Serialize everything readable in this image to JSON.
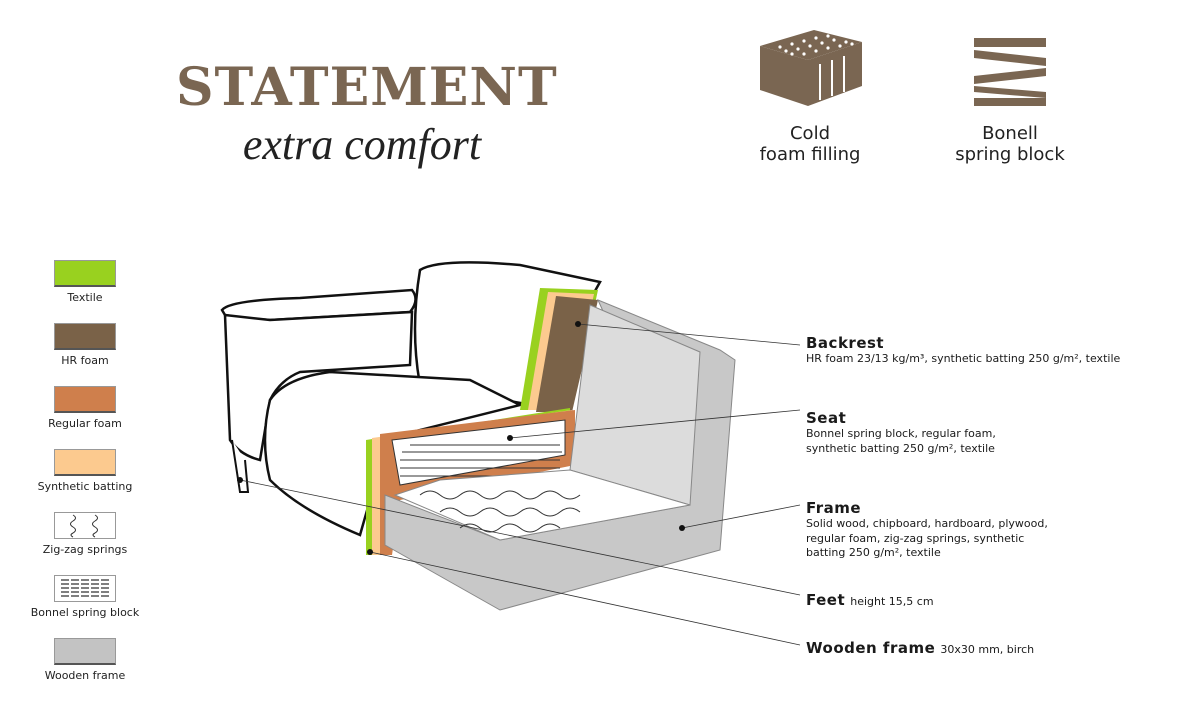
{
  "header": {
    "title": "STATEMENT",
    "subtitle": "extra comfort"
  },
  "features": [
    {
      "icon": "cold-foam-icon",
      "label_line1": "Cold",
      "label_line2": "foam filling"
    },
    {
      "icon": "bonell-spring-icon",
      "label_line1": "Bonell",
      "label_line2": "spring block"
    }
  ],
  "legend": [
    {
      "label": "Textile",
      "color": "#99d11f"
    },
    {
      "label": "HR foam",
      "color": "#7a6248"
    },
    {
      "label": "Regular foam",
      "color": "#cf7f4c"
    },
    {
      "label": "Synthetic batting",
      "color": "#fcca8f"
    },
    {
      "label": "Zig-zag springs",
      "color": "#ffffff"
    },
    {
      "label": "Bonnel spring block",
      "color": "#ffffff"
    },
    {
      "label": "Wooden frame",
      "color": "#c3c3c3"
    }
  ],
  "callouts": {
    "backrest": {
      "title": "Backrest",
      "lines": [
        "HR foam 23/13 kg/m³, synthetic batting 250 g/m², textile"
      ]
    },
    "seat": {
      "title": "Seat",
      "lines": [
        "Bonnel spring block, regular foam,",
        "synthetic batting 250 g/m², textile"
      ]
    },
    "frame": {
      "title": "Frame",
      "lines": [
        "Solid wood, chipboard, hardboard, plywood,",
        "regular foam, zig-zag springs, synthetic",
        "batting 250 g/m², textile"
      ]
    },
    "feet": {
      "title": "Feet",
      "desc": "height 15,5 cm"
    },
    "wooden_frame": {
      "title": "Wooden frame",
      "desc": "30x30 mm, birch"
    }
  }
}
